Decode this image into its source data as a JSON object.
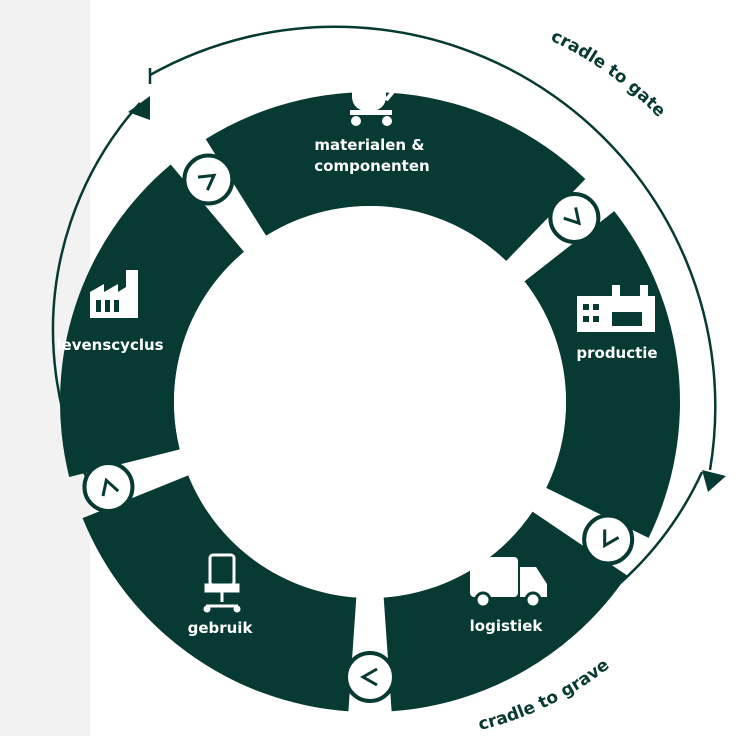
{
  "colors": {
    "segment": "#063a32",
    "background": "#ffffff",
    "sidebar": "#f2f2f2",
    "ring": "#063a32"
  },
  "segments": [
    {
      "id": "materialen",
      "lines": [
        "materialen &",
        "componenten"
      ],
      "icon": "cart-icon"
    },
    {
      "id": "productie",
      "lines": [
        "productie"
      ],
      "icon": "factory-building-icon"
    },
    {
      "id": "logistiek",
      "lines": [
        "logistiek"
      ],
      "icon": "truck-icon"
    },
    {
      "id": "gebruik",
      "lines": [
        "gebruik"
      ],
      "icon": "office-chair-icon"
    },
    {
      "id": "levenscyclus",
      "lines": [
        "levenscyclus"
      ],
      "icon": "factory-icon"
    }
  ],
  "arcs": {
    "outer_top": "cradle to gate",
    "outer_bottom": "cradle to grave"
  }
}
